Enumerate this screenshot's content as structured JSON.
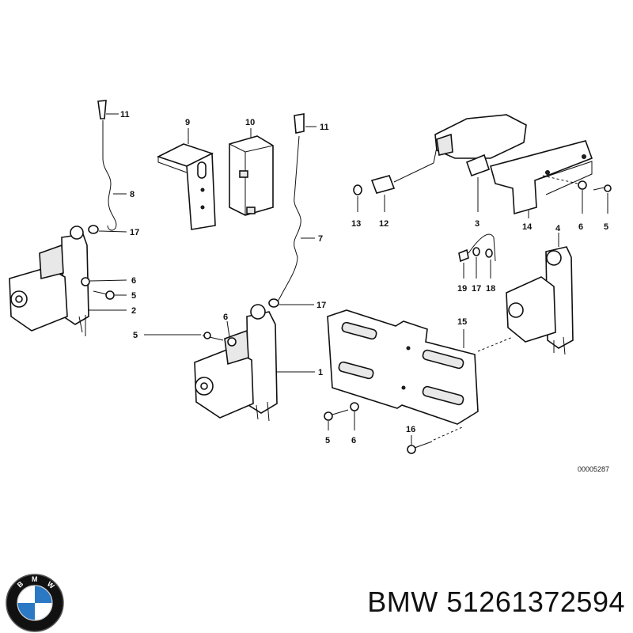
{
  "diagram": {
    "callouts": [
      {
        "id": "c11a",
        "text": "11"
      },
      {
        "id": "c8",
        "text": "8"
      },
      {
        "id": "c17a",
        "text": "17"
      },
      {
        "id": "c6a",
        "text": "6"
      },
      {
        "id": "c5a",
        "text": "5"
      },
      {
        "id": "c2",
        "text": "2"
      },
      {
        "id": "c9",
        "text": "9"
      },
      {
        "id": "c10",
        "text": "10"
      },
      {
        "id": "c11b",
        "text": "11"
      },
      {
        "id": "c7",
        "text": "7"
      },
      {
        "id": "c17b",
        "text": "17"
      },
      {
        "id": "c1",
        "text": "1"
      },
      {
        "id": "c5b",
        "text": "5"
      },
      {
        "id": "c6b",
        "text": "6"
      },
      {
        "id": "c13",
        "text": "13"
      },
      {
        "id": "c12",
        "text": "12"
      },
      {
        "id": "c3",
        "text": "3"
      },
      {
        "id": "c14",
        "text": "14"
      },
      {
        "id": "c6c",
        "text": "6"
      },
      {
        "id": "c5c",
        "text": "5"
      },
      {
        "id": "c4",
        "text": "4"
      },
      {
        "id": "c19",
        "text": "19"
      },
      {
        "id": "c17c",
        "text": "17"
      },
      {
        "id": "c18",
        "text": "18"
      },
      {
        "id": "c15",
        "text": "15"
      },
      {
        "id": "c5d",
        "text": "5"
      },
      {
        "id": "c6d",
        "text": "6"
      },
      {
        "id": "c16",
        "text": "16"
      }
    ],
    "reference_number": "00005287"
  },
  "caption": "BMW 51261372594",
  "logo": {
    "letters": "BMW",
    "colors": {
      "ring": "#111111",
      "blue": "#2b78c4",
      "white": "#ffffff"
    }
  }
}
